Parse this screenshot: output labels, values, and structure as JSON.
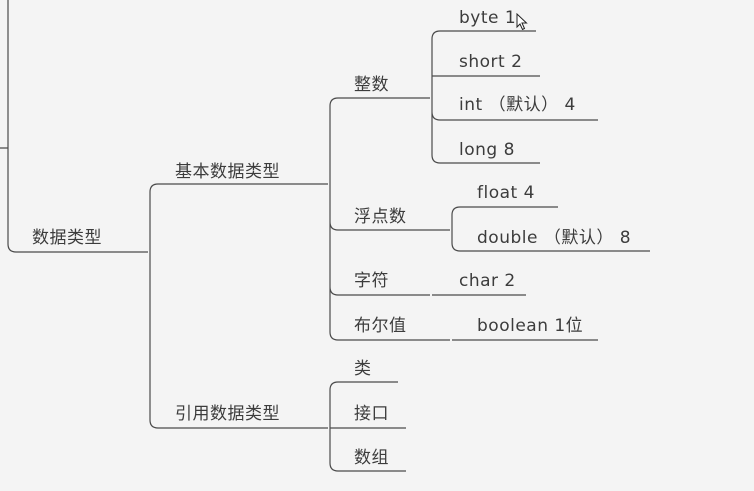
{
  "mindmap": {
    "root": "数据类型",
    "basic": {
      "label": "基本数据类型",
      "integer": {
        "label": "整数",
        "items": [
          "byte  1",
          "short  2",
          "int （默认） 4",
          "long   8"
        ]
      },
      "float": {
        "label": "浮点数",
        "items": [
          "float   4",
          "double （默认） 8"
        ]
      },
      "char": {
        "label": "字符",
        "value": "char 2"
      },
      "boolean": {
        "label": "布尔值",
        "value": "boolean 1位"
      }
    },
    "reference": {
      "label": "引用数据类型",
      "items": [
        "类",
        "接口",
        "数组"
      ]
    }
  },
  "colors": {
    "line": "#4a4a4a",
    "text": "#3c3c3c",
    "background": "#f4f4f4"
  },
  "icons": {
    "cursor": "mouse-pointer-icon"
  }
}
